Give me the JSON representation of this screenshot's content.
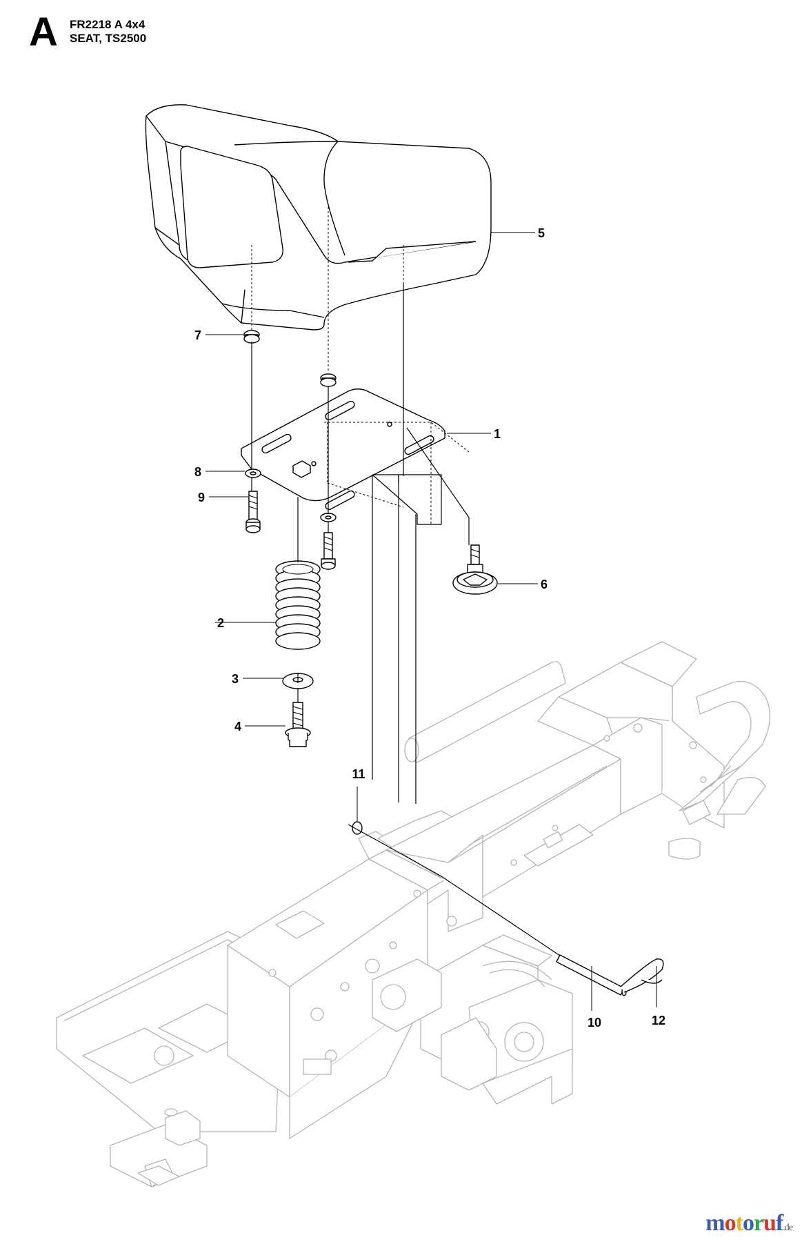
{
  "header": {
    "section_letter": "A",
    "model": "FR2218 A 4x4",
    "section_title": "SEAT, TS2500"
  },
  "callouts": [
    {
      "id": "1",
      "label": "1"
    },
    {
      "id": "2",
      "label": "2"
    },
    {
      "id": "3",
      "label": "3"
    },
    {
      "id": "4",
      "label": "4"
    },
    {
      "id": "5",
      "label": "5"
    },
    {
      "id": "6",
      "label": "6"
    },
    {
      "id": "7",
      "label": "7"
    },
    {
      "id": "8",
      "label": "8"
    },
    {
      "id": "9",
      "label": "9"
    },
    {
      "id": "10",
      "label": "10"
    },
    {
      "id": "11",
      "label": "11"
    },
    {
      "id": "12",
      "label": "12"
    }
  ],
  "watermark": {
    "letters": [
      {
        "ch": "m",
        "color": "#3a5fa8"
      },
      {
        "ch": "o",
        "color": "#d3372d"
      },
      {
        "ch": "t",
        "color": "#f0b21a"
      },
      {
        "ch": "o",
        "color": "#3a5fa8"
      },
      {
        "ch": "r",
        "color": "#3aa04a"
      },
      {
        "ch": "u",
        "color": "#d3372d"
      },
      {
        "ch": "f",
        "color": "#3a5fa8"
      }
    ],
    "tld": ".de",
    "tld_color": "#555555"
  }
}
